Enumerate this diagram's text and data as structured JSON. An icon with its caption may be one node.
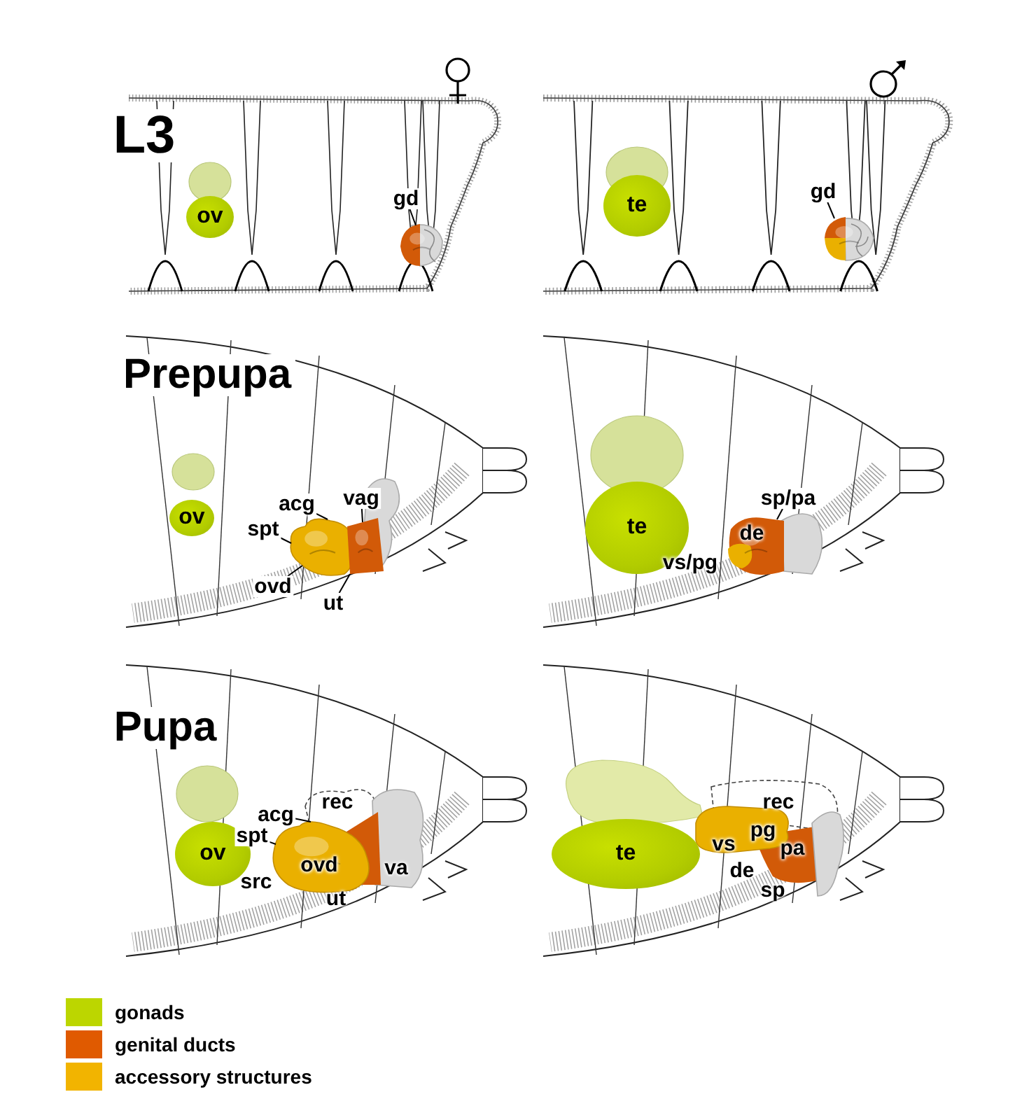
{
  "diagram": {
    "nodes": [
      {
        "text": [
          "ov"
        ]
      },
      {
        "text": [
          "gd"
        ]
      },
      {
        "text": [
          "te"
        ]
      },
      {
        "text": [
          "gd"
        ]
      },
      {
        "text": [
          "ov"
        ]
      },
      {
        "text": [
          "acg"
        ]
      },
      {
        "text": [
          "vag"
        ]
      },
      {
        "text": [
          "spt"
        ]
      },
      {
        "text": [
          "ovd"
        ]
      },
      {
        "text": [
          "ut"
        ]
      },
      {
        "text": [
          "te"
        ]
      },
      {
        "text": [
          "sp/pa"
        ]
      },
      {
        "text": [
          "ov"
        ]
      },
      {
        "text": [
          "acg"
        ]
      },
      {
        "text": [
          "spt"
        ]
      },
      {
        "text": [
          "te"
        ]
      },
      {
        "text": [],
        "shape": "picture"
      },
      {
        "text": [],
        "shape": "picture"
      },
      {
        "text": [],
        "shape": "picture"
      },
      {
        "text": [],
        "shape": "picture"
      },
      {
        "text": [],
        "shape": "picture"
      },
      {
        "text": [],
        "shape": "picture"
      }
    ],
    "edges": [
      {
        "from": 1,
        "to": 16,
        "arrow": "none"
      },
      {
        "from": 3,
        "to": 17,
        "arrow": "none"
      },
      {
        "from": 5,
        "to": 18,
        "arrow": "none"
      },
      {
        "from": 6,
        "to": 19,
        "arrow": "none"
      },
      {
        "from": 7,
        "to": 18,
        "arrow": "none"
      },
      {
        "from": 8,
        "to": 18,
        "arrow": "none"
      },
      {
        "from": 9,
        "to": 19,
        "arrow": "none"
      },
      {
        "from": 11,
        "to": 20,
        "arrow": "none"
      },
      {
        "from": 13,
        "to": 21,
        "arrow": "none"
      },
      {
        "from": 14,
        "to": 21,
        "arrow": "none"
      }
    ],
    "labels": [
      "L3",
      "Prepupa",
      "de",
      "vs/pg",
      "Pupa",
      "rec",
      "ovd",
      "src",
      "va",
      "ut",
      "rec",
      "pg",
      "vs",
      "pa",
      "de",
      "sp"
    ],
    "legend": [
      {
        "text": "gonads",
        "color": "#bcd600"
      },
      {
        "text": "genital ducts",
        "color": "#e05a00"
      },
      {
        "text": "accessory structures",
        "color": "#f2b400"
      }
    ]
  }
}
